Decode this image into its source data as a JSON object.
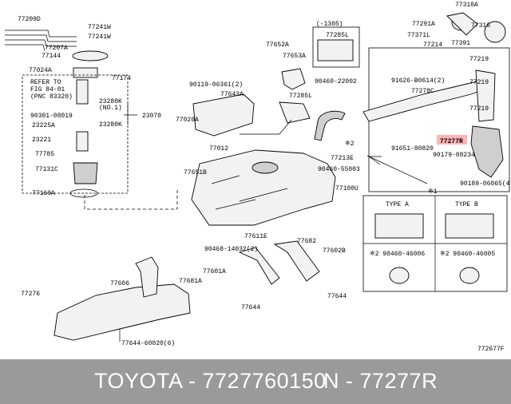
{
  "footer": {
    "left": "TOYOTA - 7727760150",
    "right": "N - 77277R"
  },
  "colors": {
    "footer_bg": "#9a9a9a",
    "footer_text": "#ffffff",
    "highlight": "#ffb3b3"
  },
  "labels": [
    "77209D",
    "77241W",
    "77241W",
    "77207A",
    "77144",
    "77024A",
    "77174",
    "REFER TO",
    "FIG 84-01",
    "(PNC 83320)",
    "23280K",
    "(NO.1)",
    "90301-08019",
    "23070",
    "23280K",
    "23225A",
    "23221",
    "77785",
    "77131C",
    "77169A",
    "77020A",
    "90119-06361(2)",
    "77643A",
    "77652A",
    "77653A",
    "(-1305)",
    "77285L",
    "90460-22002",
    "77285L",
    "77012",
    "77651B",
    "77213E",
    "※2",
    "90460-55003",
    "77100U",
    "77310A",
    "77291A",
    "77316",
    "77371L",
    "77391",
    "77214",
    "77219",
    "91626-B0614(2)",
    "77219",
    "77278C",
    "77219",
    "77277R",
    "91651-80820",
    "90179-08234",
    "90189-06065(4)",
    "※1",
    "TYPE A",
    "TYPE B",
    "※2 90460-46006",
    "※2 90460-46005",
    "77611E",
    "77682",
    "90468-14032(2)",
    "77602B",
    "77601A",
    "77681A",
    "77606",
    "77276",
    "77644",
    "77644",
    "77644-60020(6)",
    "772677F"
  ]
}
